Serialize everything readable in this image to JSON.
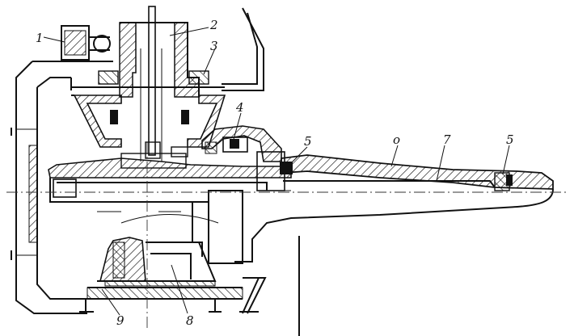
{
  "drawing": {
    "callouts": [
      {
        "id": "1",
        "text": "1"
      },
      {
        "id": "2",
        "text": "2"
      },
      {
        "id": "3",
        "text": "3"
      },
      {
        "id": "4",
        "text": "4"
      },
      {
        "id": "5a",
        "text": "5"
      },
      {
        "id": "6",
        "text": "o"
      },
      {
        "id": "7",
        "text": "7"
      },
      {
        "id": "5b",
        "text": "5"
      },
      {
        "id": "8",
        "text": "8"
      },
      {
        "id": "9",
        "text": "9"
      }
    ]
  }
}
